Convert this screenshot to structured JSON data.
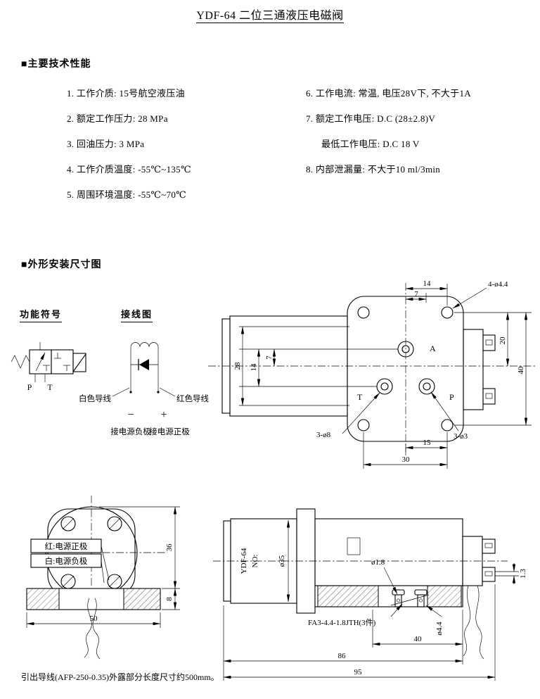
{
  "page": {
    "title": "YDF-64 二位三通液压电磁阀",
    "footer_note": "引出导线(AFP-250-0.35)外露部分长度尺寸约500mm。"
  },
  "specs": {
    "header": "■主要技术性能",
    "left": [
      {
        "text": "1. 工作介质: 15号航空液压油"
      },
      {
        "text": "2. 额定工作压力: 28 MPa"
      },
      {
        "text": "3. 回油压力: 3 MPa"
      },
      {
        "text": "4. 工作介质温度: -55℃~135℃"
      },
      {
        "text": "5. 周围环境温度: -55℃~70℃"
      }
    ],
    "right": [
      {
        "text": "6. 工作电流: 常温, 电压28V下, 不大于1A"
      },
      {
        "text": "7. 额定工作电压: D.C (28±2.8)V"
      },
      {
        "text": "最低工作电压: D.C 18 V"
      },
      {
        "text": "8. 内部泄漏量: 不大于10 ml/3min"
      }
    ]
  },
  "outline": {
    "header": "■外形安装尺寸图"
  },
  "symbol": {
    "title": "功能符号",
    "port_p": "P",
    "port_t": "T"
  },
  "wiring": {
    "title": "接线图",
    "white_wire": "白色导线",
    "red_wire": "红色导线",
    "minus": "−",
    "plus": "+",
    "neg_label": "接电源负极",
    "pos_label": "接电源正极"
  },
  "top_view": {
    "dim_top_14": "14",
    "dim_top_7": "7",
    "hole_callout": "4-ø4.4",
    "port_a": "A",
    "port_t": "T",
    "port_p": "P",
    "dim_left_28": "28",
    "dim_left_14": "14",
    "dim_left_7": "7",
    "dim_right_20": "20",
    "dim_right_40": "40",
    "callout_3d8": "3-ø8",
    "callout_3d3": "3-ø3",
    "dim_bot_15": "15",
    "dim_bot_30": "30"
  },
  "front_view": {
    "label_red": "红:电源正极",
    "label_white": "白:电源负极",
    "dim_36": "36",
    "dim_8": "8",
    "dim_50": "50"
  },
  "side_view": {
    "body_line1": "YDF-64",
    "body_line2": "NO:",
    "dia_35": "ø35",
    "dia_18": "ø1.8",
    "dim_13": "1.3",
    "screw_callout": "FA3-4.4-1.8JTH(3件)",
    "dia_44": "ø4.4",
    "dim_40": "40",
    "dim_86": "86",
    "dim_95": "95"
  }
}
